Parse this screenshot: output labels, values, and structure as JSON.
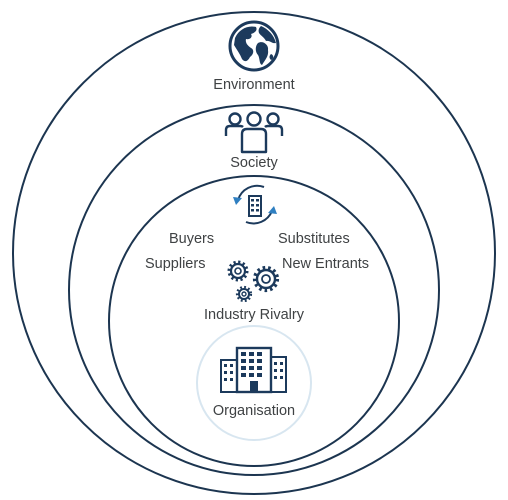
{
  "diagram": {
    "rings": {
      "environment": {
        "label": "Environment",
        "icon": "globe-icon"
      },
      "society": {
        "label": "Society",
        "icon": "people-group-icon"
      },
      "industry": {
        "icon": "building-cycle-icon",
        "forces": {
          "buyers": "Buyers",
          "substitutes": "Substitutes",
          "suppliers": "Suppliers",
          "new_entrants": "New Entrants"
        },
        "rivalry": {
          "label": "Industry Rivalry",
          "icon": "gears-icon"
        }
      },
      "organisation": {
        "label": "Organisation",
        "icon": "office-buildings-icon"
      }
    },
    "colors": {
      "ring_stroke": "#1c3550",
      "icon": "#1c3a5c",
      "text": "#3f4244",
      "org_circle": "#d8e6f0"
    }
  }
}
